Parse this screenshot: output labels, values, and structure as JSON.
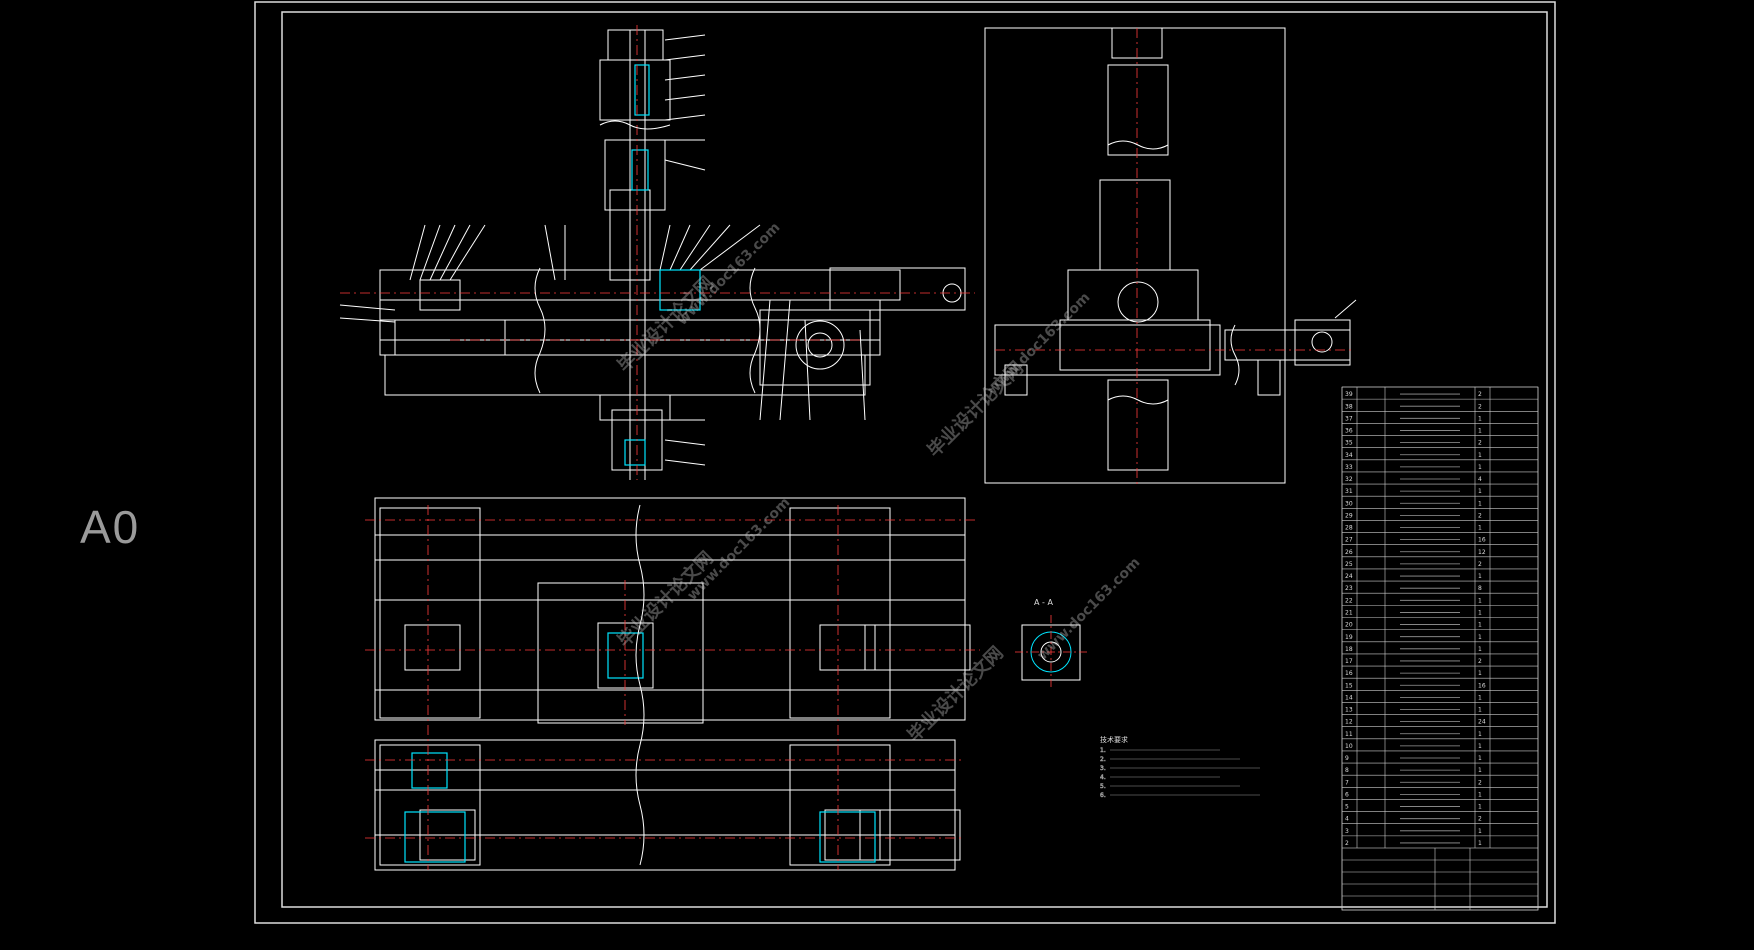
{
  "sheet": {
    "size_label": "A0"
  },
  "watermark": {
    "text_cn": "毕业设计论文网",
    "url": "www.doc163.com"
  },
  "section_label": "A - A",
  "tech_requirements": {
    "title": "技术要求",
    "items": [
      "1.",
      "2.",
      "3.",
      "4.",
      "5.",
      "6."
    ]
  },
  "bom": {
    "row_count": 38,
    "rows": [
      [
        "39",
        "",
        "",
        "2",
        ""
      ],
      [
        "38",
        "",
        "",
        "2",
        ""
      ],
      [
        "37",
        "",
        "",
        "1",
        ""
      ],
      [
        "36",
        "",
        "",
        "1",
        ""
      ],
      [
        "35",
        "",
        "",
        "2",
        ""
      ],
      [
        "34",
        "",
        "",
        "1",
        ""
      ],
      [
        "33",
        "",
        "",
        "1",
        ""
      ],
      [
        "32",
        "",
        "",
        "4",
        ""
      ],
      [
        "31",
        "",
        "",
        "1",
        ""
      ],
      [
        "30",
        "",
        "",
        "1",
        ""
      ],
      [
        "29",
        "",
        "",
        "2",
        ""
      ],
      [
        "28",
        "",
        "",
        "1",
        ""
      ],
      [
        "27",
        "",
        "",
        "16",
        ""
      ],
      [
        "26",
        "",
        "",
        "12",
        ""
      ],
      [
        "25",
        "",
        "",
        "2",
        ""
      ],
      [
        "24",
        "",
        "",
        "1",
        ""
      ],
      [
        "23",
        "",
        "",
        "8",
        ""
      ],
      [
        "22",
        "",
        "",
        "1",
        ""
      ],
      [
        "21",
        "",
        "",
        "1",
        ""
      ],
      [
        "20",
        "",
        "",
        "1",
        ""
      ],
      [
        "19",
        "",
        "",
        "1",
        ""
      ],
      [
        "18",
        "",
        "",
        "1",
        ""
      ],
      [
        "17",
        "",
        "",
        "2",
        ""
      ],
      [
        "16",
        "",
        "",
        "1",
        ""
      ],
      [
        "15",
        "",
        "",
        "16",
        ""
      ],
      [
        "14",
        "",
        "",
        "1",
        ""
      ],
      [
        "13",
        "",
        "",
        "1",
        ""
      ],
      [
        "12",
        "",
        "",
        "24",
        ""
      ],
      [
        "11",
        "",
        "",
        "1",
        ""
      ],
      [
        "10",
        "",
        "",
        "1",
        ""
      ],
      [
        "9",
        "",
        "",
        "1",
        ""
      ],
      [
        "8",
        "",
        "",
        "1",
        ""
      ],
      [
        "7",
        "",
        "",
        "2",
        ""
      ],
      [
        "6",
        "",
        "",
        "1",
        ""
      ],
      [
        "5",
        "",
        "",
        "1",
        ""
      ],
      [
        "4",
        "",
        "",
        "2",
        ""
      ],
      [
        "3",
        "",
        "",
        "1",
        ""
      ],
      [
        "2",
        "",
        "",
        "1",
        ""
      ]
    ]
  },
  "colors": {
    "background": "#000000",
    "line": "#ffffff",
    "centerline": "#ff3b3b",
    "section": "#00e5ff",
    "hatch": "#00c8e0",
    "label": "#9a9a9a"
  }
}
